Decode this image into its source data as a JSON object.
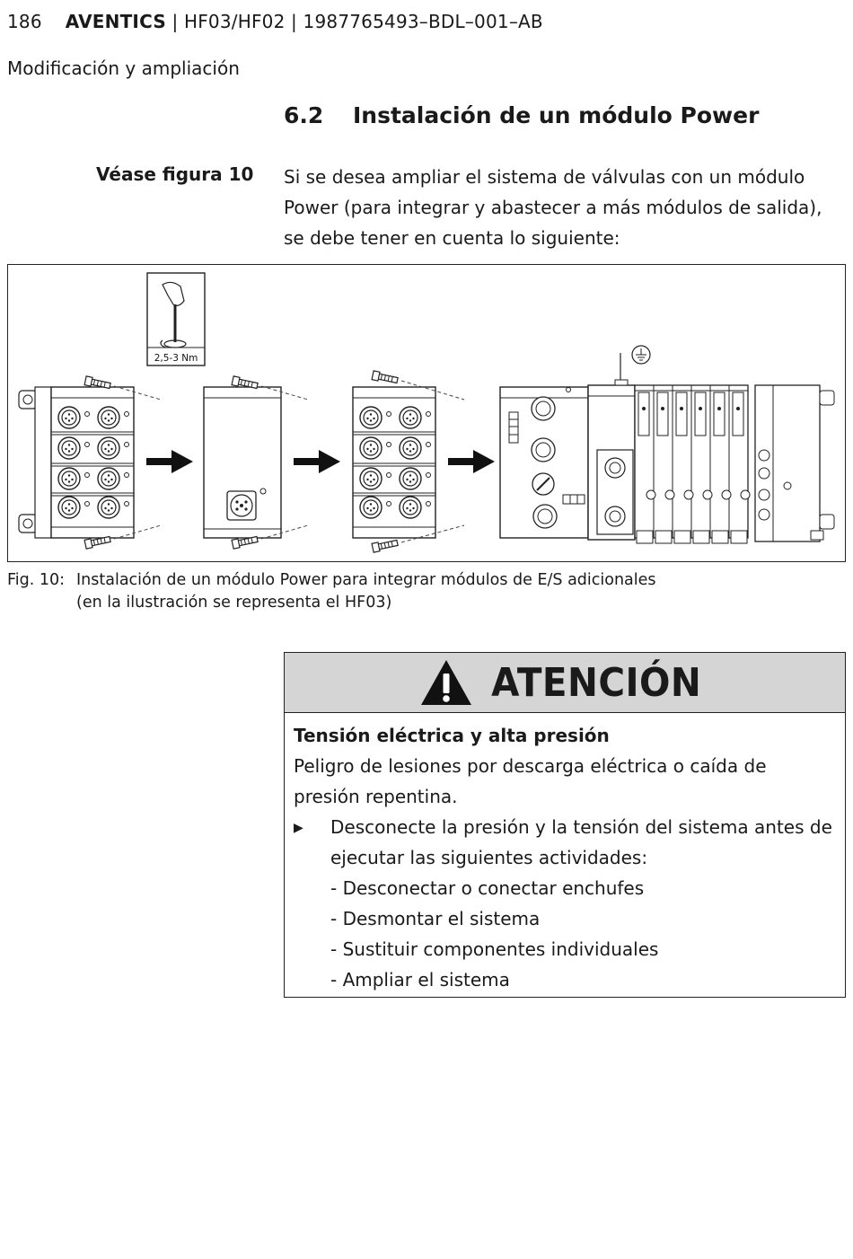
{
  "header": {
    "page_number": "186",
    "brand": "AVENTICS",
    "doc_ref": " | HF03/HF02 | 1987765493–BDL–001–AB"
  },
  "subheader": "Modificación y ampliación",
  "section": {
    "number": "6.2",
    "title": "Instalación de un módulo Power"
  },
  "see_figure": "Véase figura 10",
  "intro_text": "Si se desea ampliar el sistema de válvulas con un módulo Power (para integrar y abastecer a más módulos de salida), se debe tener en cuenta lo siguiente:",
  "figure": {
    "torque_label": "2,5-3 Nm",
    "caption_label": "Fig. 10:",
    "caption_line1": "Instalación de un módulo Power para integrar módulos de E/S adicionales",
    "caption_line2": "(en la ilustración se representa el HF03)"
  },
  "warning": {
    "title": "ATENCIÓN",
    "icon": "warning-triangle-icon",
    "heading": "Tensión eléctrica y alta presión",
    "text": "Peligro de lesiones por descarga eléctrica o caída de presión repentina.",
    "bullet_marker": "▶",
    "bullet_text": "Desconecte la presión y la tensión del sistema antes de ejecutar las siguientes actividades:",
    "items": [
      "- Desconectar o conectar enchufes",
      "- Desmontar el sistema",
      "- Sustituir componentes individuales",
      "- Ampliar el sistema"
    ]
  }
}
